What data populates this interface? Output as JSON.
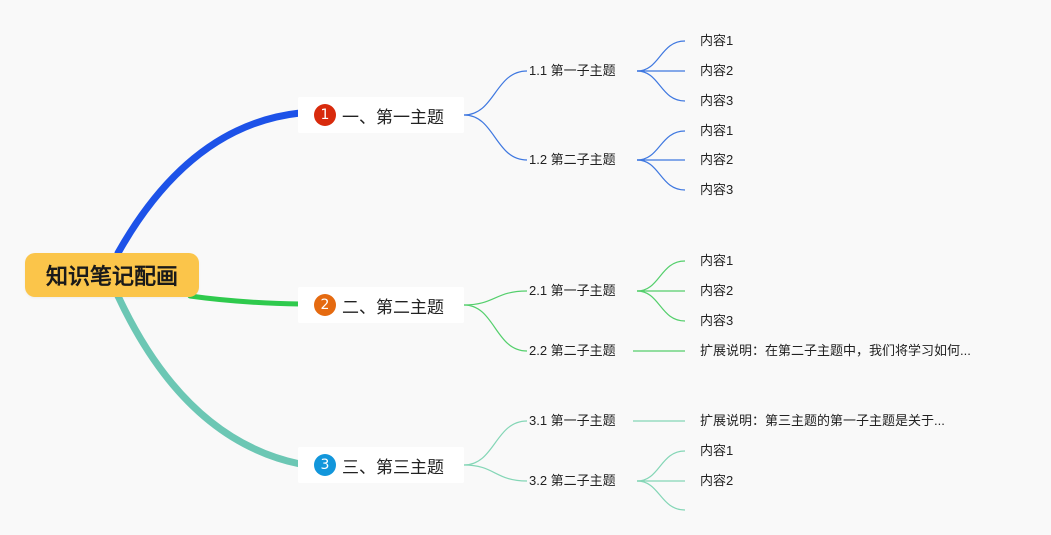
{
  "root": {
    "label": "知识笔记配画"
  },
  "colors": {
    "root_bg": "#fbc54a",
    "branch1": "#1d52e8",
    "branch2": "#2fca4d",
    "branch3": "#6cc7b4",
    "sub1_lines": "#3f78e0",
    "sub2_lines": "#54cf6c",
    "sub3_lines": "#84d6b6",
    "badge1": "#d82a0c",
    "badge2": "#e56a10",
    "badge3": "#1296db"
  },
  "topics": [
    {
      "badge": "1",
      "label": "一、第一主题",
      "subtopics": [
        {
          "label": "1.1 第一子主题",
          "leaves": [
            "内容1",
            "内容2",
            "内容3"
          ]
        },
        {
          "label": "1.2 第二子主题",
          "leaves": [
            "内容1",
            "内容2",
            "内容3"
          ]
        }
      ]
    },
    {
      "badge": "2",
      "label": "二、第二主题",
      "subtopics": [
        {
          "label": "2.1 第一子主题",
          "leaves": [
            "内容1",
            "内容2",
            "内容3"
          ]
        },
        {
          "label": "2.2 第二子主题",
          "leaves": [
            "扩展说明：在第二子主题中，我们将学习如何..."
          ]
        }
      ]
    },
    {
      "badge": "3",
      "label": "三、第三主题",
      "subtopics": [
        {
          "label": "3.1 第一子主题",
          "leaves": [
            "扩展说明：第三主题的第一子主题是关于..."
          ]
        },
        {
          "label": "3.2 第二子主题",
          "leaves": [
            "内容1",
            "内容2"
          ]
        }
      ]
    }
  ]
}
